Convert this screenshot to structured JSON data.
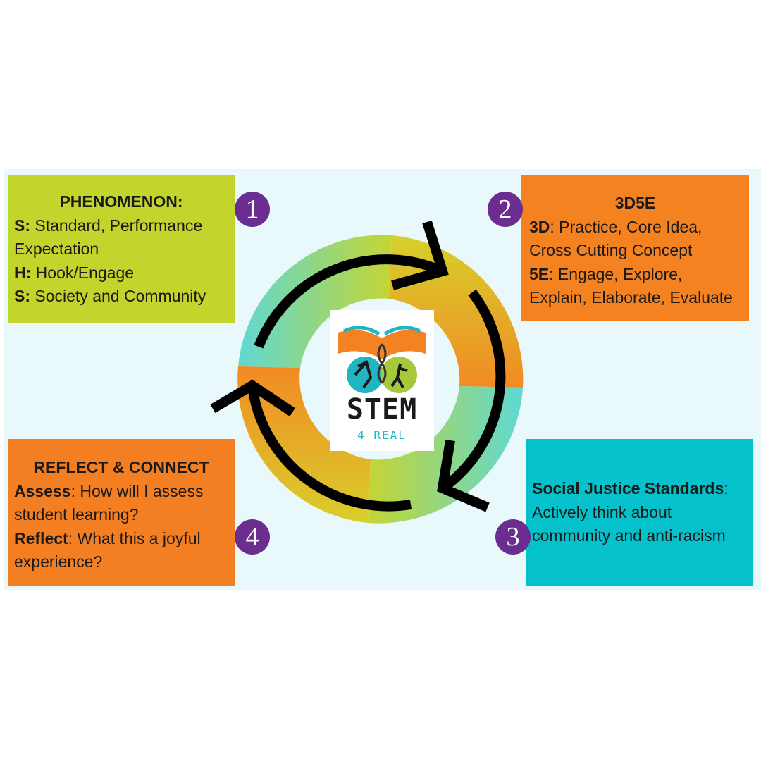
{
  "boxes": {
    "box1": {
      "title": "PHENOMENON:",
      "lines": [
        {
          "key": "S:",
          "text": " Standard, Performance"
        },
        {
          "key": "",
          "text": "Expectation"
        },
        {
          "key": "H:",
          "text": " Hook/Engage"
        },
        {
          "key": "S:",
          "text": " Society and Community"
        }
      ]
    },
    "box2": {
      "title": "3D5E",
      "lines": [
        {
          "key": "3D",
          "text": ": Practice, Core Idea,"
        },
        {
          "key": "",
          "text": "Cross Cutting Concept"
        },
        {
          "key": "5E",
          "text": ": Engage, Explore,"
        },
        {
          "key": "",
          "text": "Explain, Elaborate, Evaluate"
        }
      ]
    },
    "box3": {
      "lines": [
        {
          "key": "Social Justice Standards",
          "text": ":"
        },
        {
          "key": "",
          "text": "Actively think about"
        },
        {
          "key": "",
          "text": "community and anti-racism"
        }
      ]
    },
    "box4": {
      "title": "REFLECT & CONNECT",
      "lines": [
        {
          "key": "Assess",
          "text": ": How will I assess"
        },
        {
          "key": "",
          "text": "student learning?"
        },
        {
          "key": "Reflect",
          "text": ": What this a joyful"
        },
        {
          "key": "",
          "text": "experience?"
        }
      ]
    }
  },
  "numbers": {
    "n1": "1",
    "n2": "2",
    "n3": "3",
    "n4": "4"
  },
  "logo": {
    "word": "STEM",
    "sub": "4 REAL"
  },
  "colors": {
    "box1": "#c3d52d",
    "box2": "#f58220",
    "box3": "#04c1cb",
    "box4": "#f47f22",
    "badge": "#6b2d8f",
    "panel": "#e9f9fb"
  }
}
